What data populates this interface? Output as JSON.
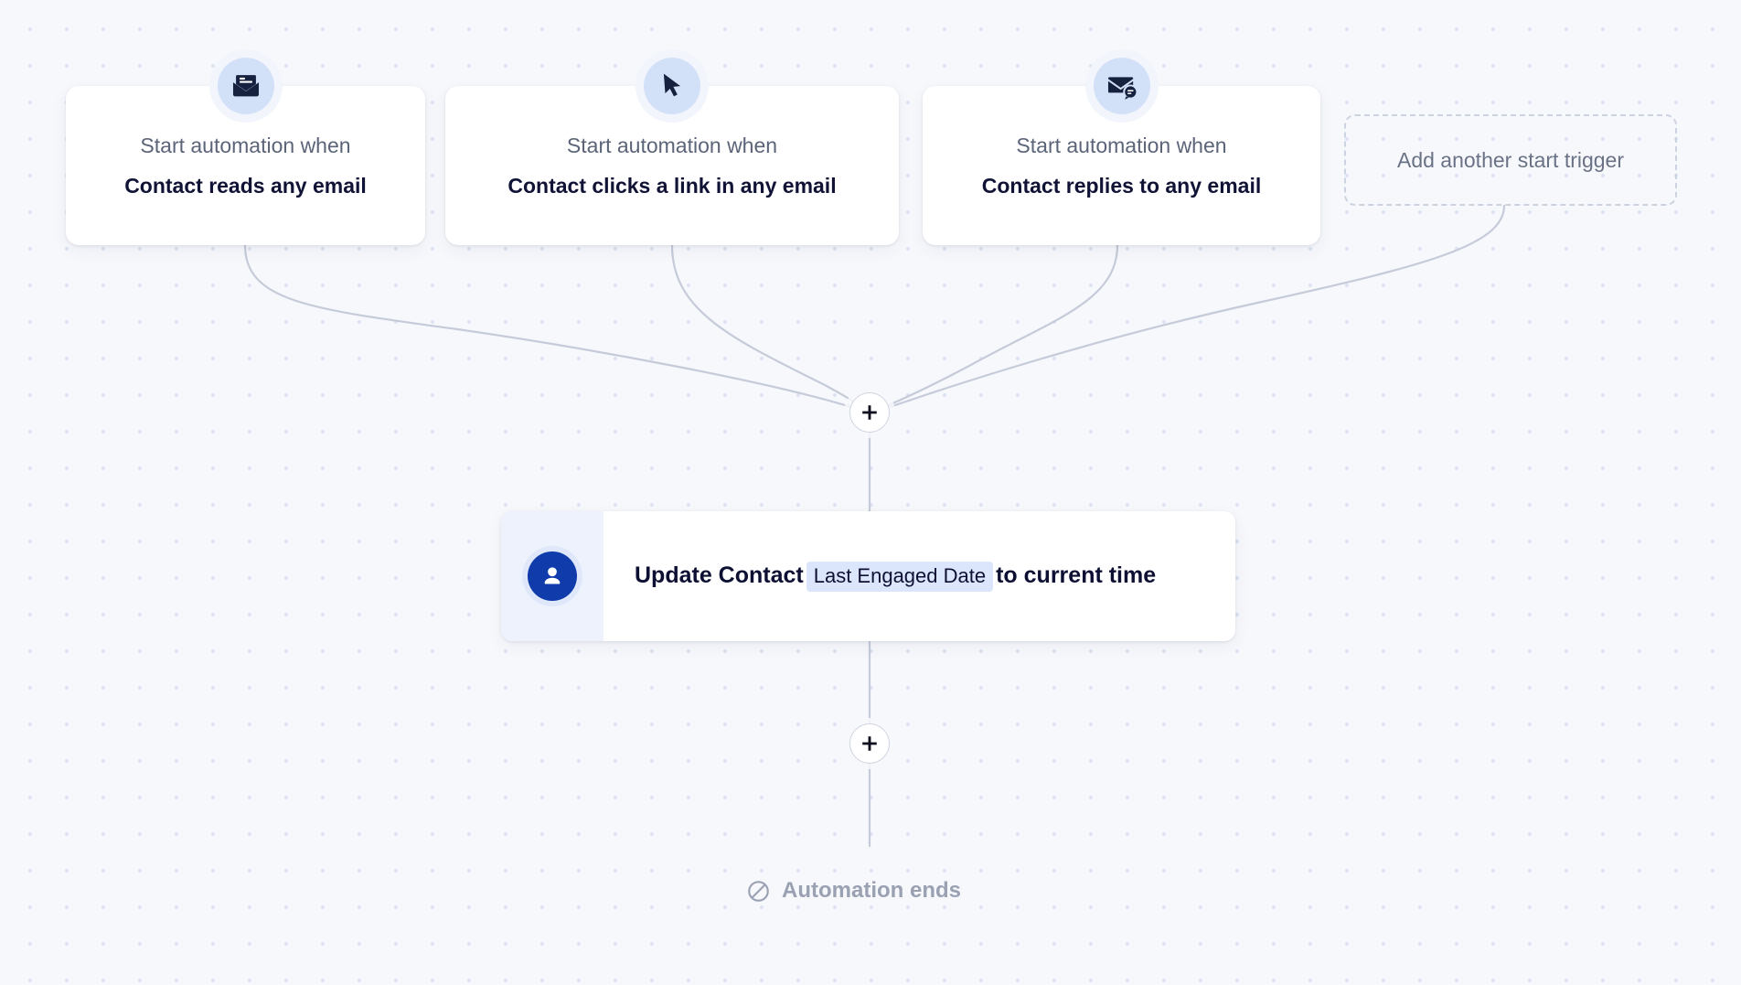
{
  "canvas": {
    "background_color": "#f7f8fc",
    "dot_color": "#dbe4f0",
    "connector_color": "#c5cbd8"
  },
  "triggers": [
    {
      "icon": "envelope-open-read-icon",
      "subtitle": "Start automation when",
      "title": "Contact reads any email"
    },
    {
      "icon": "cursor-arrow-click-icon",
      "subtitle": "Start automation when",
      "title": "Contact clicks a link in any email"
    },
    {
      "icon": "envelope-reply-icon",
      "subtitle": "Start automation when",
      "title": "Contact replies to any email"
    }
  ],
  "add_trigger": {
    "label": "Add another start trigger",
    "icon": "dashed-placeholder"
  },
  "add_step_buttons": [
    {
      "icon": "plus-icon",
      "label": "+"
    },
    {
      "icon": "plus-icon",
      "label": "+"
    }
  ],
  "action": {
    "icon": "contact-person-icon",
    "icon_background": "#0f3bab",
    "text_before": "Update Contact",
    "token": "Last Engaged Date",
    "token_background": "#dbe5fb",
    "text_after": "to current time"
  },
  "footer": {
    "icon": "prohibited-circle-icon",
    "label": "Automation ends",
    "color": "#9aa1b2"
  }
}
